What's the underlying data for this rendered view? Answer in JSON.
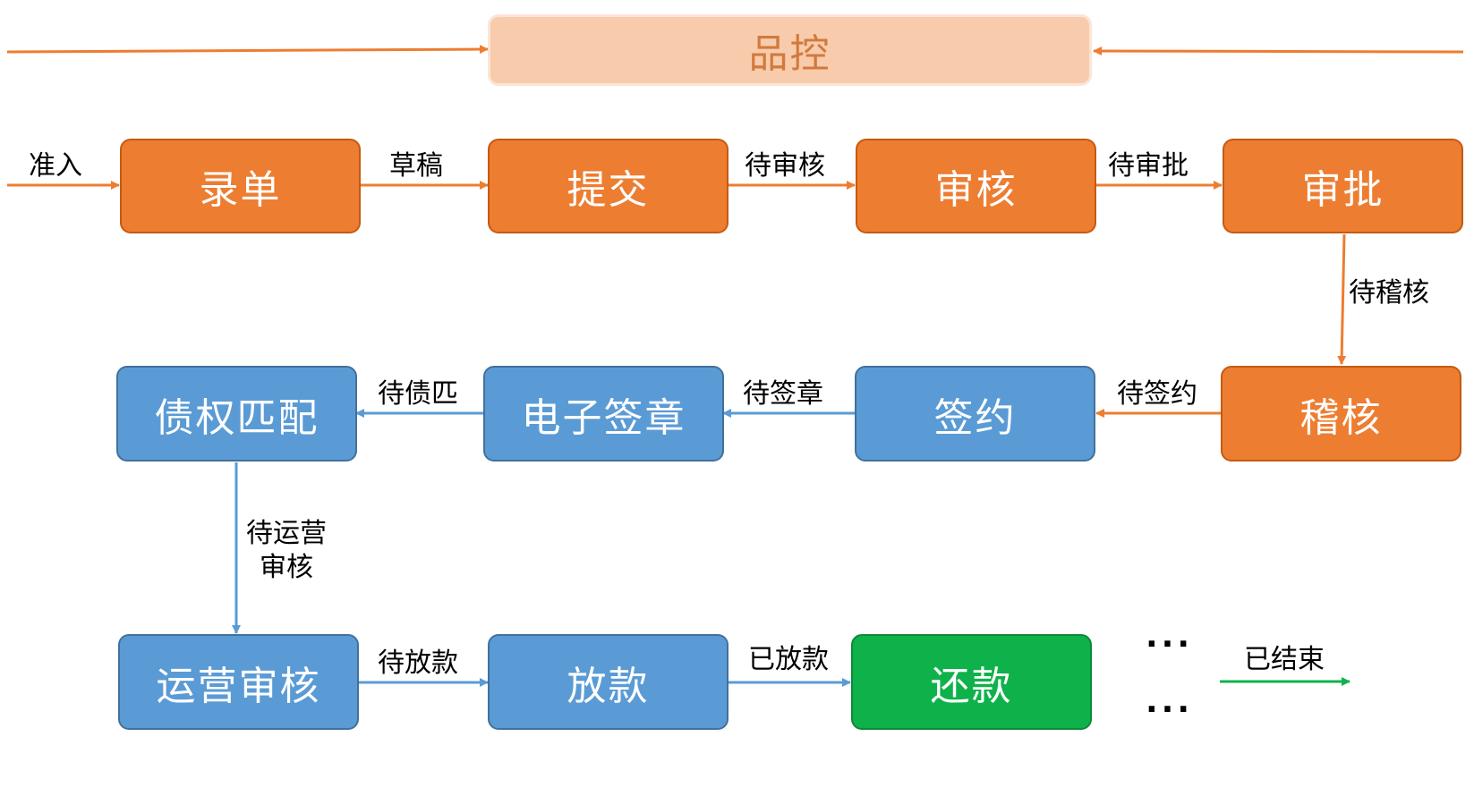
{
  "quality_control": "品控",
  "nodes": {
    "entry": "录单",
    "submit": "提交",
    "review": "审核",
    "approve": "审批",
    "audit": "稽核",
    "sign": "签约",
    "e_seal": "电子签章",
    "debt_match": "债权匹配",
    "ops_review": "运营审核",
    "loan": "放款",
    "repay": "还款"
  },
  "edges": {
    "admit": "准入",
    "draft": "草稿",
    "pending_review": "待审核",
    "pending_approval": "待审批",
    "pending_audit": "待稽核",
    "pending_sign": "待签约",
    "pending_seal": "待签章",
    "pending_debt": "待债匹",
    "pending_ops_review_1": "待运营",
    "pending_ops_review_2": "审核",
    "pending_loan": "待放款",
    "loaned": "已放款",
    "ended": "已结束"
  },
  "ellipsis": "···",
  "colors": {
    "orange": "#ED7D31",
    "blue": "#5B9BD5",
    "green": "#0FB24A",
    "qc_fill": "#F8CBAD"
  }
}
